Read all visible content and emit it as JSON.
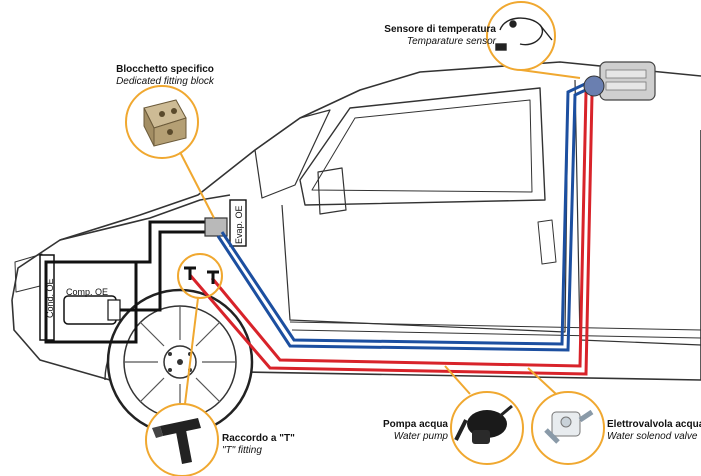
{
  "labels": {
    "sensor_it": "Sensore di temperatura",
    "sensor_en": "Temparature sensor",
    "block_it": "Blocchetto specifico",
    "block_en": "Dedicated fitting block",
    "tee_it": "Raccordo a \"T\"",
    "tee_en": "\"T\" fitting",
    "pump_it": "Pompa acqua",
    "pump_en": "Water pump",
    "valve_it": "Elettrovalvola acqua",
    "valve_en": "Water solenod valve",
    "cond": "Cond. OE",
    "comp": "Comp. OE",
    "evap": "Evap. OE"
  },
  "colors": {
    "hot_line": "#d8232a",
    "cold_line": "#1c4fa0",
    "callout_ring": "#f0a830",
    "ac_pipe": "#111111",
    "body_outline": "#333333"
  }
}
